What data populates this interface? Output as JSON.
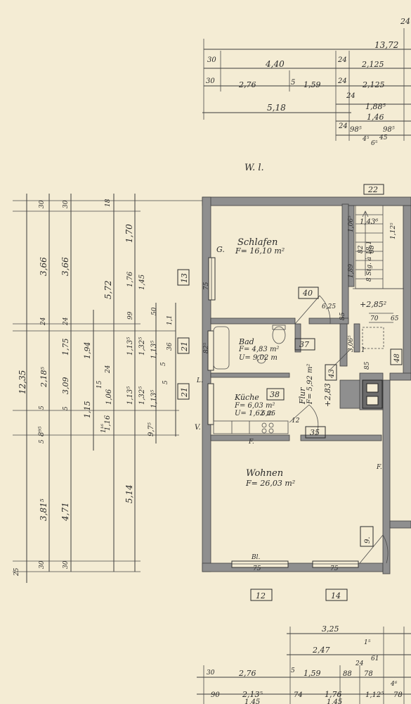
{
  "top_dims": {
    "row0": [
      "13,72",
      "24"
    ],
    "row1": [
      "30",
      "4,40",
      "24",
      "2,125"
    ],
    "row2": [
      "30",
      "2,76",
      "5",
      "1,59",
      "24",
      "2,125"
    ],
    "row3": [
      "5,18",
      "24",
      "1,88⁵"
    ],
    "row4": [
      "1,46",
      "24",
      "98⁵",
      "98⁵",
      "4⁵",
      "6⁵",
      "45"
    ]
  },
  "left_dims": {
    "overall": "12,35",
    "col1": [
      "30",
      "3,66",
      "24",
      "2,18⁵",
      "5",
      "8⁹⁵",
      "5",
      "3,81⁵",
      "30",
      "25"
    ],
    "col2": [
      "30",
      "3,66",
      "24",
      "1,75",
      "3,09",
      "1,15",
      "5",
      "4,71",
      "30"
    ],
    "col3": [
      "18",
      "5,72",
      "1,94",
      "24",
      "15",
      "1,16",
      "1,06",
      "1¹⁶"
    ],
    "col4": [
      "1,70",
      "1,76",
      "1,45",
      "99",
      "1,13⁵",
      "1,32⁵",
      "1,13⁵",
      "1,32⁵",
      "5,14"
    ],
    "col5": [
      "50",
      "1,1",
      "1,13⁵",
      "1,13⁵",
      "36",
      "5",
      "9,7⁵",
      "5"
    ]
  },
  "right_dims": [
    "1,43⁶",
    "1,06⁵",
    "1,12⁵",
    "1,89",
    "82",
    "68",
    "+2,85²",
    "70",
    "65",
    "3,06⁵",
    "85",
    "85"
  ],
  "stair_note": "8 Stg. à 18,1",
  "room_tags": [
    "22",
    "13",
    "21",
    "21",
    "40",
    "37",
    "38",
    "43",
    "35",
    "12",
    "14",
    "48",
    "9."
  ],
  "rooms": {
    "wl": "W. l.",
    "schlafen": {
      "name": "Schlafen",
      "area": "F= 16,10 m²"
    },
    "bad": {
      "name": "Bad",
      "area": "F= 4,83 m²",
      "volume": "U= 9,02 m"
    },
    "kueche": {
      "name": "Küche",
      "area": "F= 6,03 m²",
      "volume": "U= 1,62 m"
    },
    "flur": {
      "name": "Flur",
      "area": "F= 5,92 m²"
    },
    "wohnen": {
      "name": "Wohnen",
      "area": "F= 26,03 m²"
    }
  },
  "annotations": {
    "g": "G.",
    "f1": "F.",
    "f2": "F.",
    "v": "V.",
    "l": "L.",
    "bl": "Bl.",
    "d625": "6,25",
    "d75": "75",
    "d825": "82⁵",
    "d625b": "6,25",
    "d283": "+2,83",
    "d75b": "75",
    "d75c": "75",
    "d12": "12",
    "d1": "1"
  },
  "bottom_dims": {
    "row1": [
      "3,25"
    ],
    "row2": [
      "2,47",
      "1⁵"
    ],
    "row3": [
      "30",
      "2,76",
      "5",
      "1,59",
      "88",
      "78",
      "24",
      "61"
    ],
    "row4": [
      "90",
      "2,13⁵",
      "74",
      "1,76",
      "1,12⁵",
      "78",
      "4⁶"
    ],
    "row5": [
      "1,45",
      "1,45"
    ]
  }
}
